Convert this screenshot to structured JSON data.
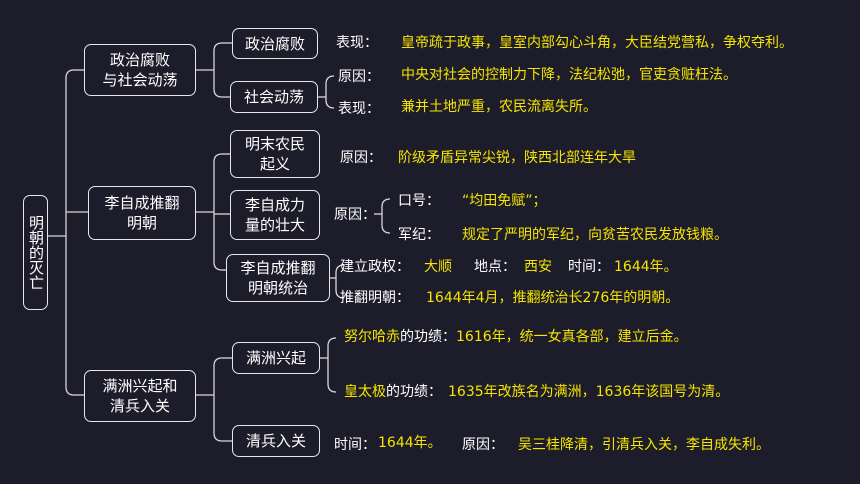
{
  "root": "明朝的灭亡",
  "branches": {
    "b1": {
      "label": "政治腐败\n与社会动荡",
      "sub1": {
        "label": "政治腐败",
        "k1": "表现：",
        "v1": "皇帝疏于政事，皇室内部勾心斗角，大臣结党营私，争权夺利。"
      },
      "sub2": {
        "label": "社会动荡",
        "k1": "原因：",
        "v1": "中央对社会的控制力下降，法纪松弛，官吏贪赃枉法。",
        "k2": "表现：",
        "v2": "兼并土地严重，农民流离失所。"
      }
    },
    "b2": {
      "label": "李自成推翻\n明朝",
      "sub1": {
        "label": "明末农民\n起义",
        "k1": "原因：",
        "v1": "阶级矛盾异常尖锐，陕西北部连年大旱"
      },
      "sub2": {
        "label": "李自成力\n量的壮大",
        "k1": "原因：",
        "k2": "口号：",
        "v2": "“均田免赋”；",
        "k3": "军纪：",
        "v3": "规定了严明的军纪，向贫苦农民发放钱粮。"
      },
      "sub3": {
        "label": "李自成推翻\n明朝统治",
        "k1": "建立政权：",
        "v1": "大顺",
        "k2": "地点：",
        "v2": "西安",
        "k3": "时间：",
        "v3": "1644年。",
        "k4": "推翻明朝：",
        "v4": "1644年4月，推翻统治长276年的明朝。"
      }
    },
    "b3": {
      "label": "满洲兴起和\n清兵入关",
      "sub1": {
        "label": "满洲兴起",
        "k1a": "努尔哈赤",
        "k1b": "的功绩：",
        "v1": "1616年，统一女真各部，建立后金。",
        "k2a": "皇太极",
        "k2b": "的功绩：",
        "v2": "1635年改族名为满洲，1636年该国号为清。"
      },
      "sub2": {
        "label": "清兵入关",
        "k1": "时间：",
        "v1": "1644年。",
        "k2": "原因：",
        "v2": "吴三桂降清，引清兵入关，李自成失利。"
      }
    }
  }
}
